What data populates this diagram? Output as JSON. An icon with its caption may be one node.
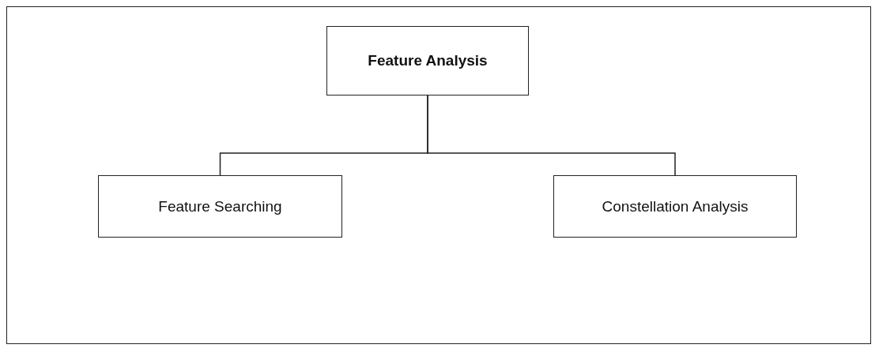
{
  "diagram": {
    "nodes": [
      {
        "text": [
          "Feature Analysis"
        ]
      },
      {
        "text": [
          "Feature Searching"
        ]
      },
      {
        "text": [
          "Constellation Analysis"
        ]
      }
    ],
    "edges": [
      {
        "from": 0,
        "to": 1,
        "arrow": "none"
      },
      {
        "from": 0,
        "to": 2,
        "arrow": "none"
      }
    ]
  }
}
